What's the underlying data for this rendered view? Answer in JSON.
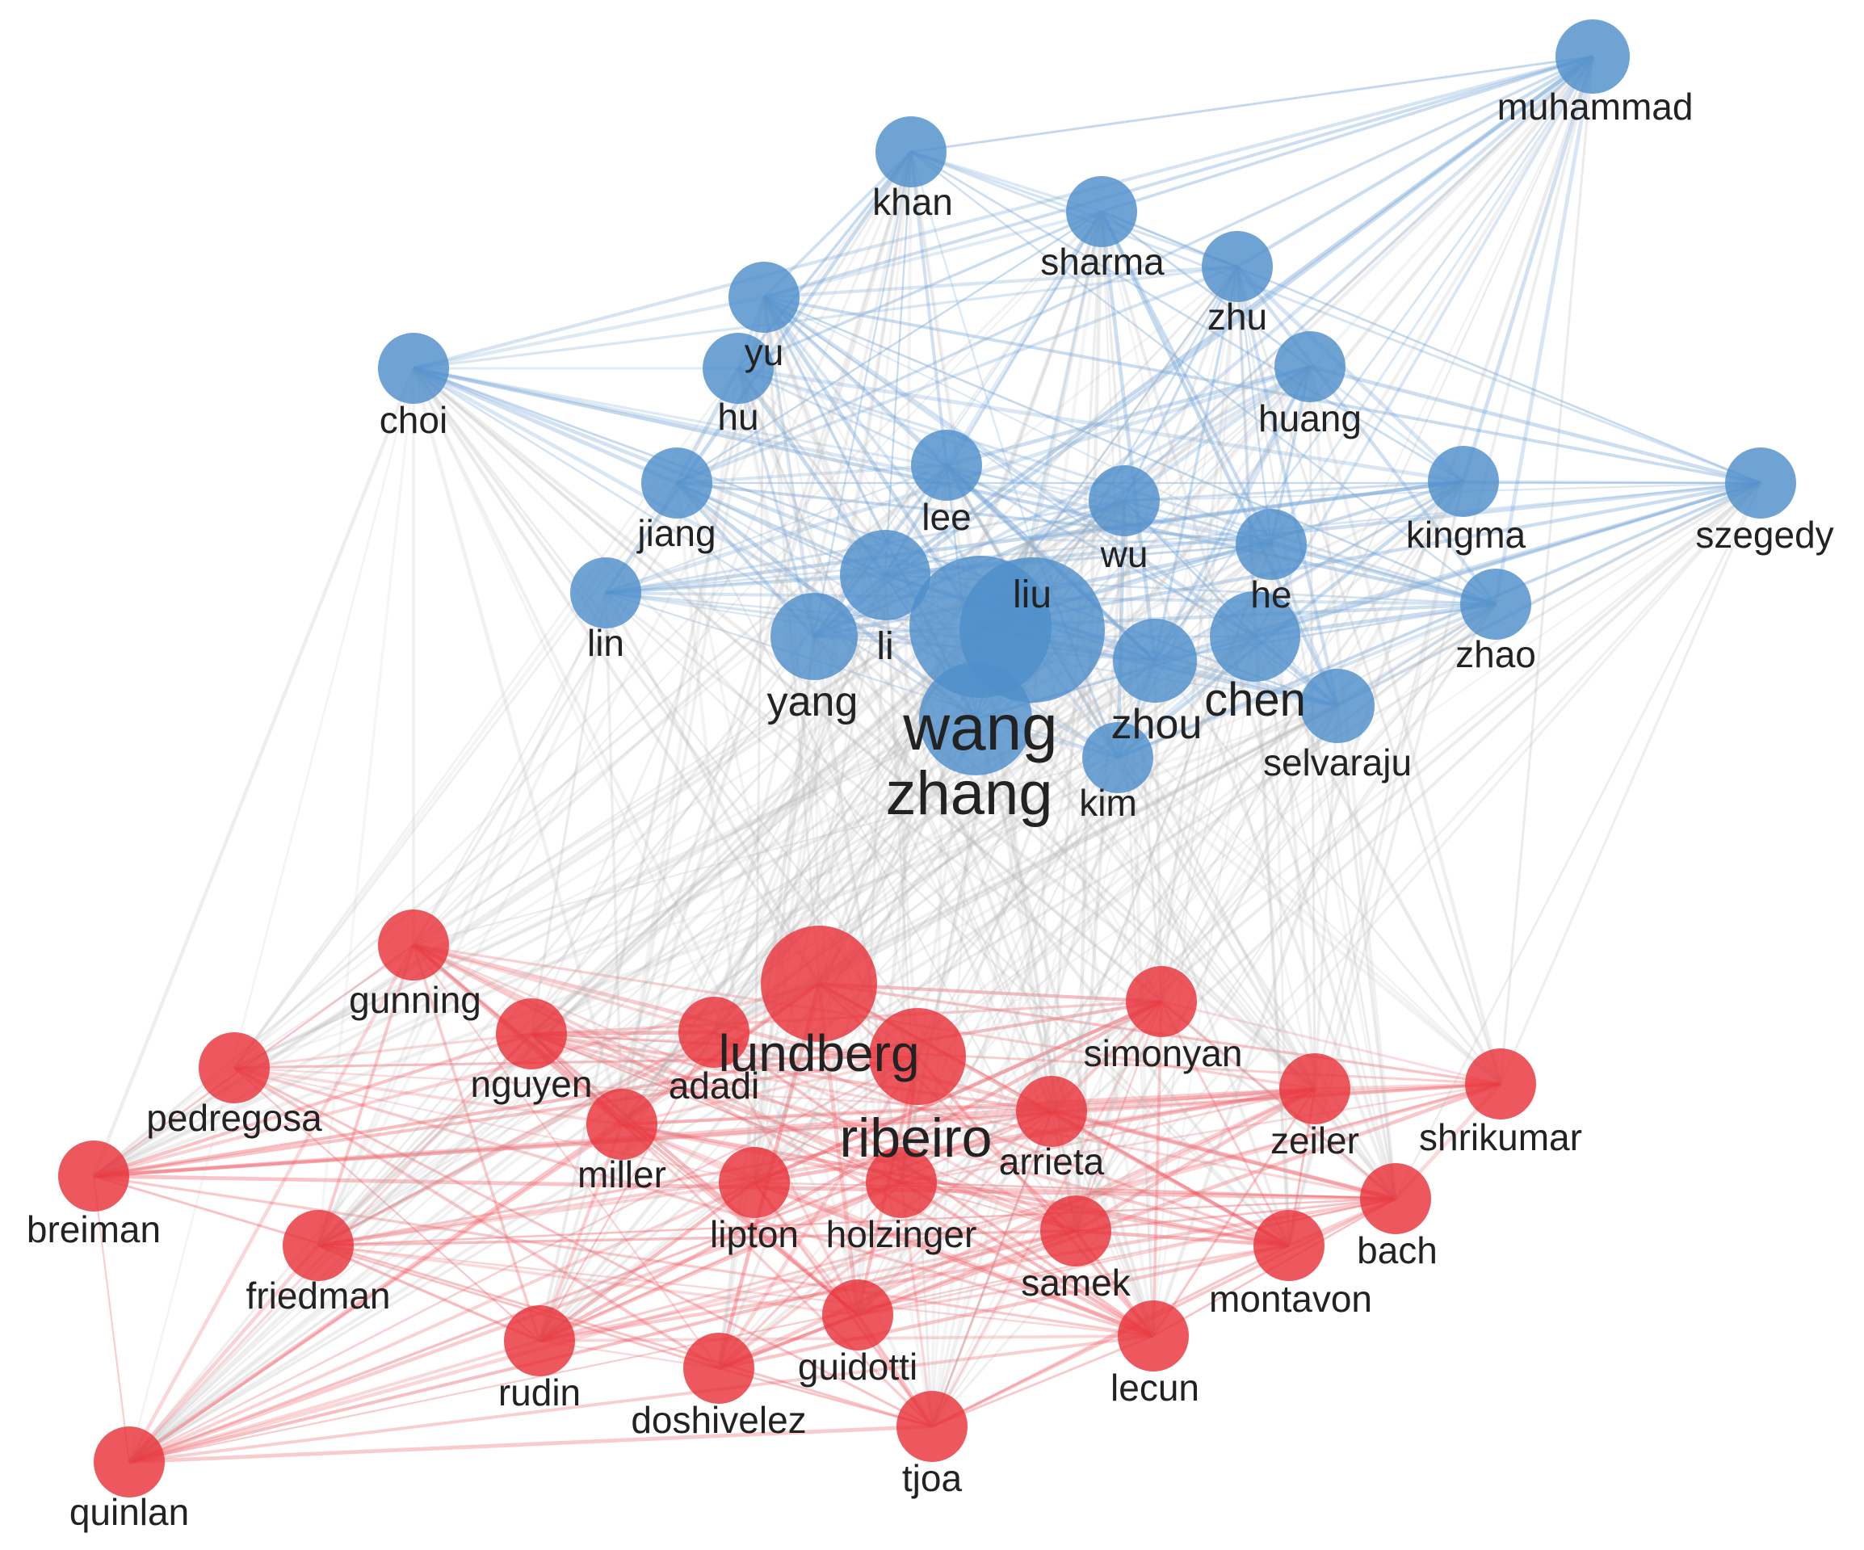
{
  "colors": {
    "cluster_blue": "#4f8fcb",
    "cluster_red": "#e8333b",
    "edge_blue": "#6fa2d6",
    "edge_red": "#ee5a62",
    "edge_gray": "#b5b5b5",
    "label": "#222222"
  },
  "clusters": [
    {
      "id": "blue",
      "nodes": [
        {
          "label": "muhammad"
        },
        {
          "label": "khan"
        },
        {
          "label": "sharma"
        },
        {
          "label": "zhu"
        },
        {
          "label": "yu"
        },
        {
          "label": "hu"
        },
        {
          "label": "choi"
        },
        {
          "label": "huang"
        },
        {
          "label": "jiang"
        },
        {
          "label": "lee"
        },
        {
          "label": "wu"
        },
        {
          "label": "kingma"
        },
        {
          "label": "szegedy"
        },
        {
          "label": "lin"
        },
        {
          "label": "li"
        },
        {
          "label": "liu"
        },
        {
          "label": "he"
        },
        {
          "label": "zhao"
        },
        {
          "label": "yang"
        },
        {
          "label": "chen"
        },
        {
          "label": "zhou"
        },
        {
          "label": "selvaraju"
        },
        {
          "label": "wang"
        },
        {
          "label": "zhang"
        },
        {
          "label": "kim"
        }
      ]
    },
    {
      "id": "red",
      "nodes": [
        {
          "label": "gunning"
        },
        {
          "label": "lundberg"
        },
        {
          "label": "simonyan"
        },
        {
          "label": "nguyen"
        },
        {
          "label": "adadi"
        },
        {
          "label": "pedregosa"
        },
        {
          "label": "zeiler"
        },
        {
          "label": "shrikumar"
        },
        {
          "label": "ribeiro"
        },
        {
          "label": "arrieta"
        },
        {
          "label": "miller"
        },
        {
          "label": "breiman"
        },
        {
          "label": "lipton"
        },
        {
          "label": "holzinger"
        },
        {
          "label": "bach"
        },
        {
          "label": "friedman"
        },
        {
          "label": "samek"
        },
        {
          "label": "montavon"
        },
        {
          "label": "guidotti"
        },
        {
          "label": "rudin"
        },
        {
          "label": "lecun"
        },
        {
          "label": "doshivelez"
        },
        {
          "label": "tjoa"
        },
        {
          "label": "quinlan"
        }
      ]
    }
  ]
}
